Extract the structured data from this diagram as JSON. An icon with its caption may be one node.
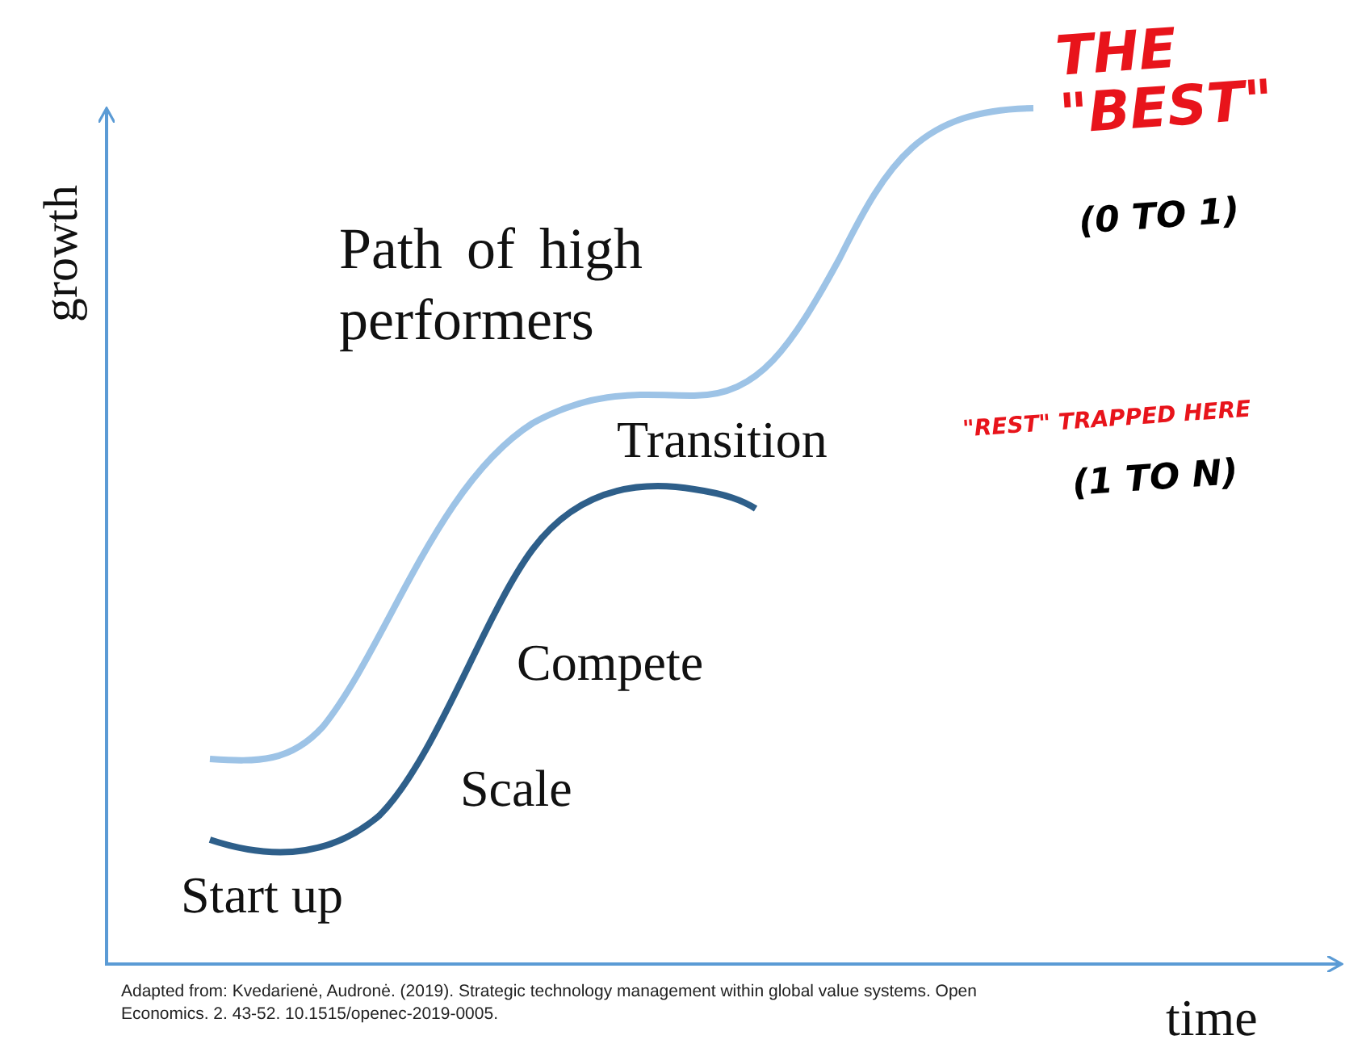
{
  "diagram": {
    "caption": "Adapted from: Kvedarienė, Audronė. (2019). Strategic technology management within global value systems. Open Economics. 2. 43-52. 10.1515/openec-2019-0005.",
    "labels": [
      "THE \"BEST\"",
      "(0 TO 1)",
      "Path of high performers",
      "Transition",
      "\"REST\" TRAPPED HERE",
      "(1 TO N)",
      "Compete",
      "Scale",
      "Start up",
      "growth",
      "time"
    ]
  }
}
